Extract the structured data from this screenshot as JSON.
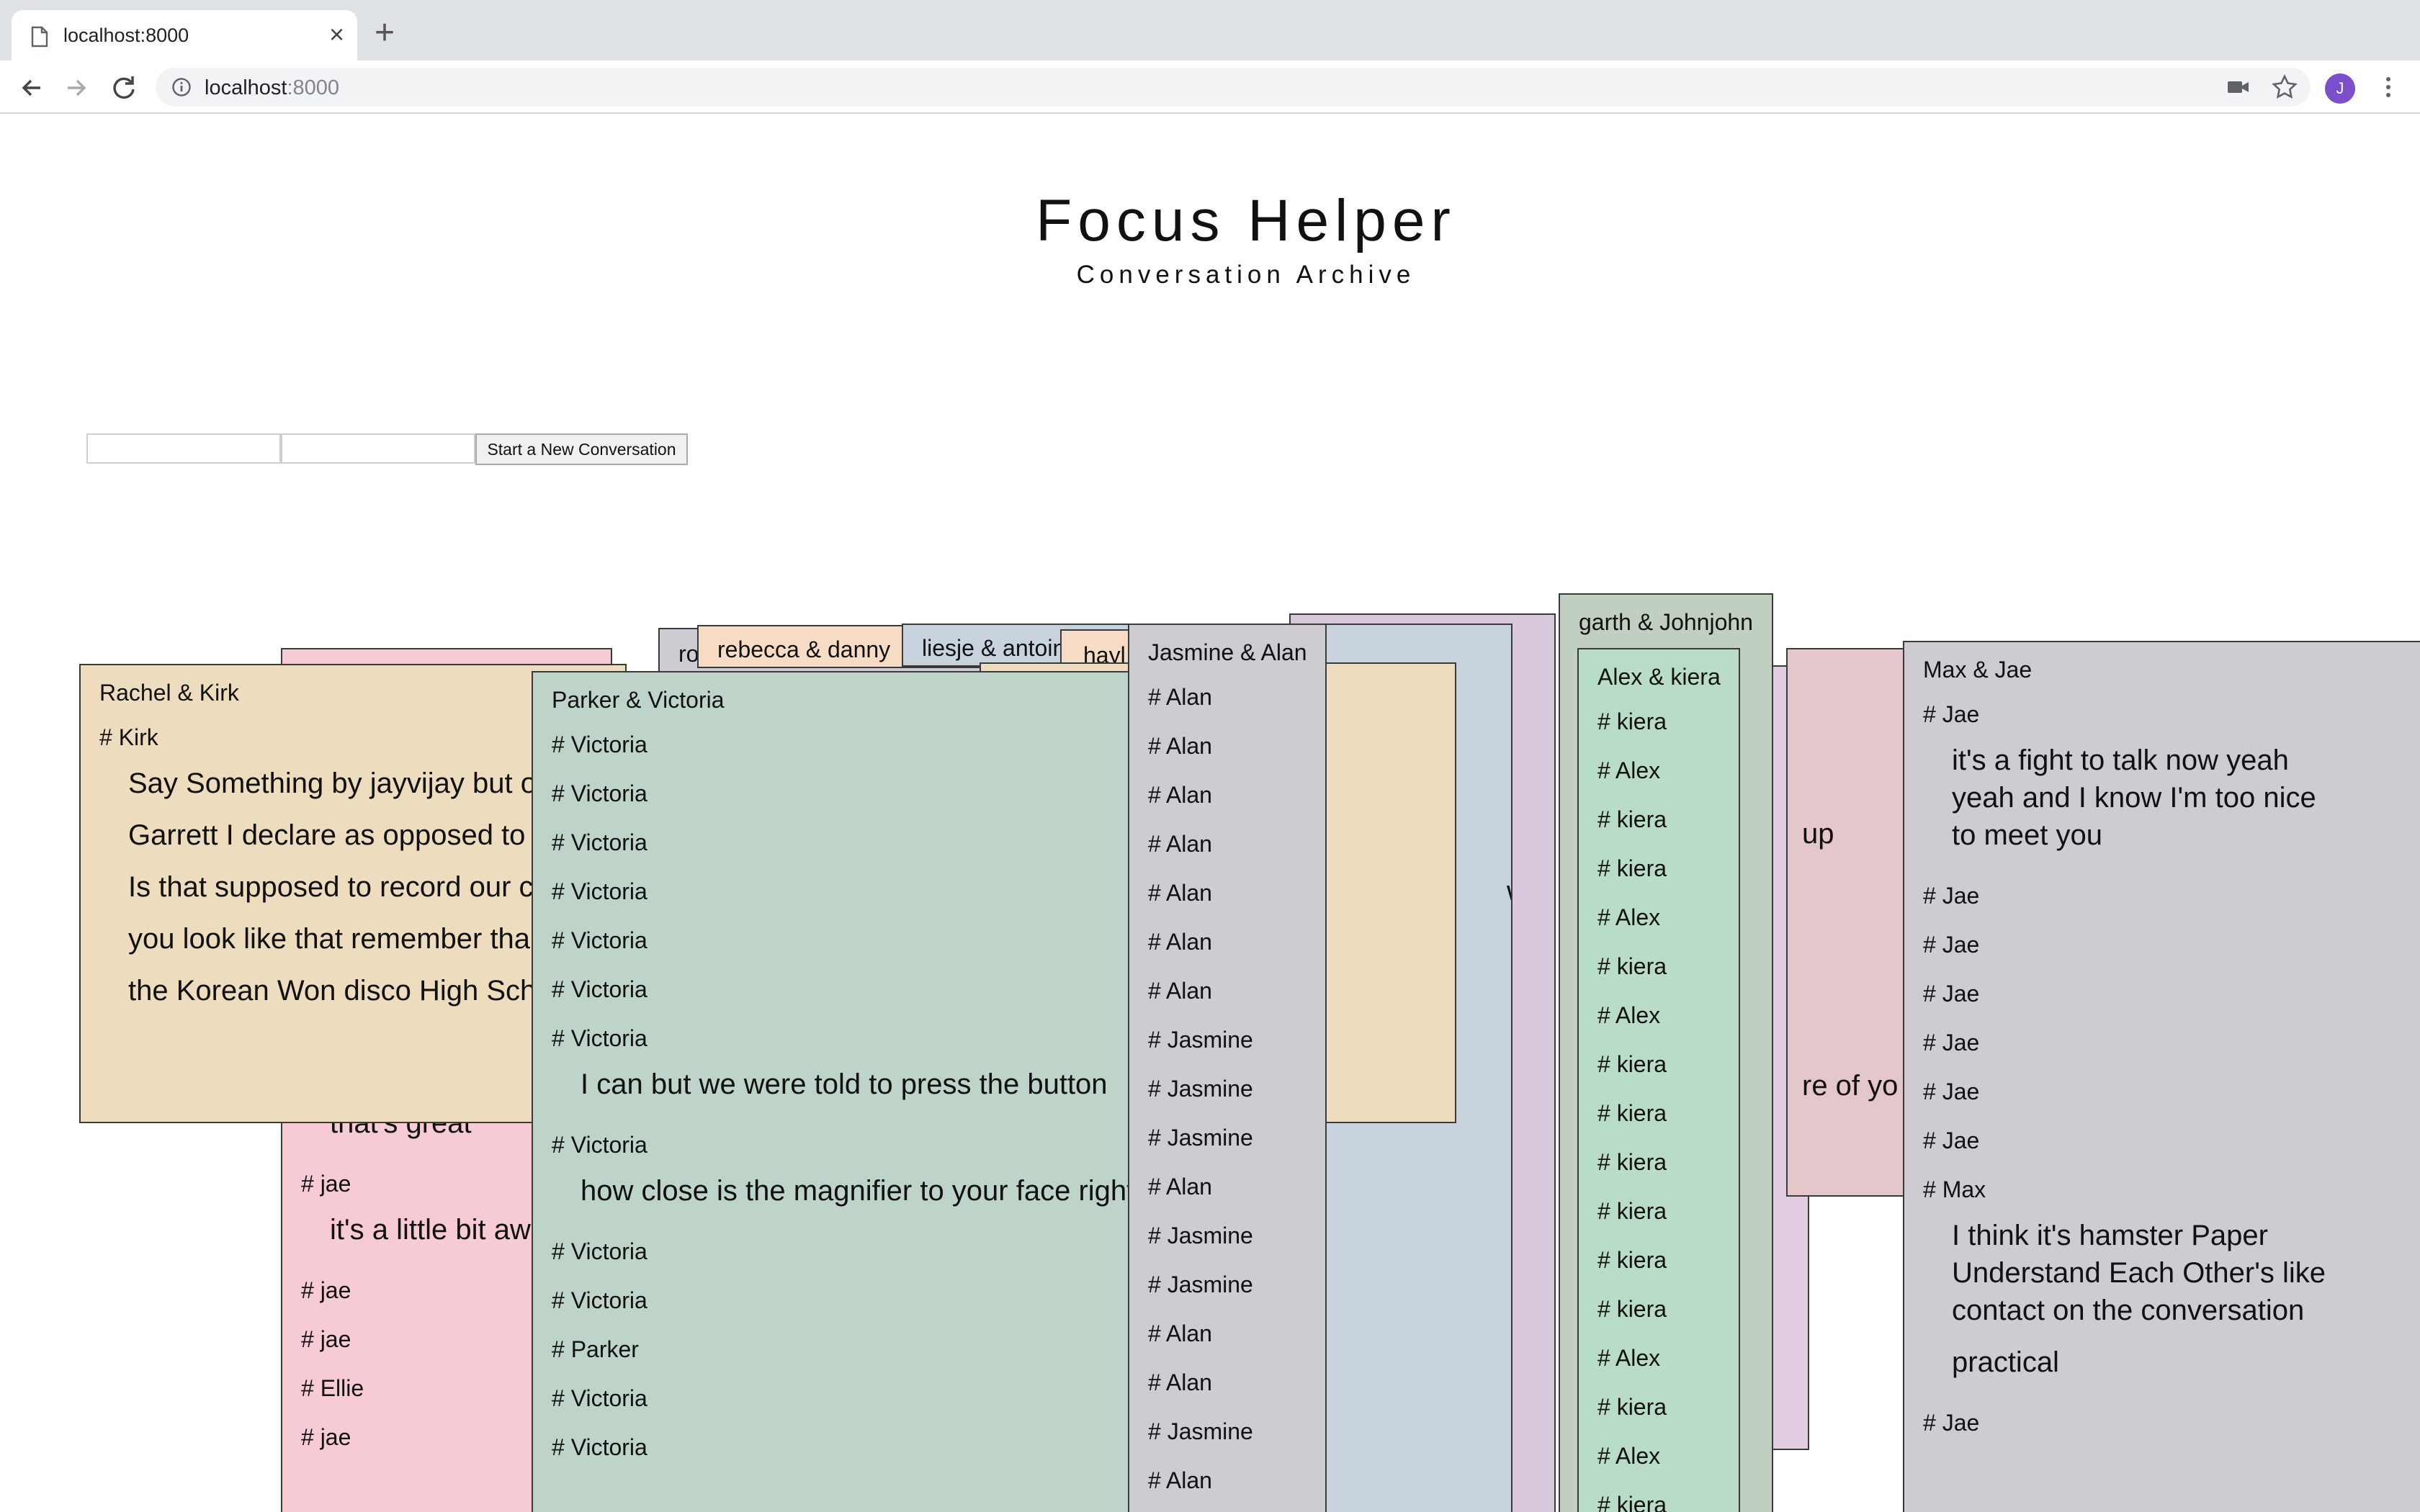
{
  "browser": {
    "tab_title": "localhost:8000",
    "url_host": "localhost",
    "url_port": ":8000",
    "profile_initial": "J"
  },
  "page": {
    "title": "Focus Helper",
    "subtitle": "Conversation Archive",
    "start_button": "Start a New Conversation",
    "input1_value": "",
    "input2_value": ""
  },
  "cards": {
    "c_back_gray": {
      "title": "ro"
    },
    "c_rebecca": {
      "title": "rebecca & danny"
    },
    "c_liesje": {
      "title": "liesje & antoine"
    },
    "c_hayl": {
      "title": "hayl"
    },
    "c_blue_frag": {
      "text": "we ta"
    },
    "c_purple_frags": {
      "a": "up",
      "b": "re of yo"
    },
    "c_pink": {
      "lines": [
        {
          "kind": "utter",
          "text": "that's great"
        },
        {
          "kind": "speaker",
          "text": "# jae"
        },
        {
          "kind": "utter",
          "text": "it's a little bit aw"
        },
        {
          "kind": "speaker",
          "text": "# jae"
        },
        {
          "kind": "speaker",
          "text": "# jae"
        },
        {
          "kind": "speaker",
          "text": "# Ellie"
        },
        {
          "kind": "speaker",
          "text": "# jae"
        }
      ]
    },
    "c_rachel": {
      "title": "Rachel & Kirk",
      "lines": [
        {
          "kind": "speaker",
          "text": "# Kirk"
        },
        {
          "kind": "utter",
          "text": "Say Something by jayvijay but o"
        },
        {
          "kind": "utter",
          "text": "Garrett I declare as opposed to"
        },
        {
          "kind": "utter",
          "text": "Is that supposed to record our c"
        },
        {
          "kind": "utter",
          "text": "you look like that remember tha"
        },
        {
          "kind": "utter",
          "text": "the Korean Won disco High Sch"
        }
      ]
    },
    "c_parker": {
      "title": "Parker & Victoria",
      "lines": [
        {
          "kind": "speaker",
          "text": "# Victoria"
        },
        {
          "kind": "speaker",
          "text": "# Victoria"
        },
        {
          "kind": "speaker",
          "text": "# Victoria"
        },
        {
          "kind": "speaker",
          "text": "# Victoria"
        },
        {
          "kind": "speaker",
          "text": "# Victoria"
        },
        {
          "kind": "speaker",
          "text": "# Victoria"
        },
        {
          "kind": "speaker",
          "text": "# Victoria"
        },
        {
          "kind": "utter",
          "text": "I can but we were told to press the button"
        },
        {
          "kind": "speaker",
          "text": "# Victoria"
        },
        {
          "kind": "utter",
          "text": "how close is the magnifier to your face right"
        },
        {
          "kind": "speaker",
          "text": "# Victoria"
        },
        {
          "kind": "speaker",
          "text": "# Victoria"
        },
        {
          "kind": "speaker",
          "text": "# Parker"
        },
        {
          "kind": "speaker",
          "text": "# Victoria"
        },
        {
          "kind": "speaker",
          "text": "# Victoria"
        }
      ]
    },
    "c_jasmine": {
      "title": "Jasmine & Alan",
      "lines": [
        {
          "kind": "speaker",
          "text": "# Alan"
        },
        {
          "kind": "speaker",
          "text": "# Alan"
        },
        {
          "kind": "speaker",
          "text": "# Alan"
        },
        {
          "kind": "speaker",
          "text": "# Alan"
        },
        {
          "kind": "speaker",
          "text": "# Alan"
        },
        {
          "kind": "speaker",
          "text": "# Alan"
        },
        {
          "kind": "speaker",
          "text": "# Alan"
        },
        {
          "kind": "speaker",
          "text": "# Jasmine"
        },
        {
          "kind": "speaker",
          "text": "# Jasmine"
        },
        {
          "kind": "speaker",
          "text": "# Jasmine"
        },
        {
          "kind": "speaker",
          "text": "# Alan"
        },
        {
          "kind": "speaker",
          "text": "# Jasmine"
        },
        {
          "kind": "speaker",
          "text": "# Jasmine"
        },
        {
          "kind": "speaker",
          "text": "# Alan"
        },
        {
          "kind": "speaker",
          "text": "# Alan"
        },
        {
          "kind": "speaker",
          "text": "# Jasmine"
        },
        {
          "kind": "speaker",
          "text": "# Alan"
        }
      ]
    },
    "c_garth": {
      "title": "garth & Johnjohn"
    },
    "c_alex": {
      "title": "Alex & kiera",
      "lines": [
        {
          "kind": "speaker",
          "text": "# kiera"
        },
        {
          "kind": "speaker",
          "text": "# Alex"
        },
        {
          "kind": "speaker",
          "text": "# kiera"
        },
        {
          "kind": "speaker",
          "text": "# kiera"
        },
        {
          "kind": "speaker",
          "text": "# Alex"
        },
        {
          "kind": "speaker",
          "text": "# kiera"
        },
        {
          "kind": "speaker",
          "text": "# Alex"
        },
        {
          "kind": "speaker",
          "text": "# kiera"
        },
        {
          "kind": "speaker",
          "text": "# kiera"
        },
        {
          "kind": "speaker",
          "text": "# kiera"
        },
        {
          "kind": "speaker",
          "text": "# kiera"
        },
        {
          "kind": "speaker",
          "text": "# kiera"
        },
        {
          "kind": "speaker",
          "text": "# kiera"
        },
        {
          "kind": "speaker",
          "text": "# Alex"
        },
        {
          "kind": "speaker",
          "text": "# kiera"
        },
        {
          "kind": "speaker",
          "text": "# Alex"
        },
        {
          "kind": "speaker",
          "text": "# kiera"
        }
      ]
    },
    "c_max": {
      "title": "Max & Jae",
      "lines": [
        {
          "kind": "speaker",
          "text": "# Jae"
        },
        {
          "kind": "utter",
          "text": "it's a fight to talk now yeah yeah and I know I'm too nice to meet you",
          "wrap": true
        },
        {
          "kind": "speaker",
          "text": "# Jae"
        },
        {
          "kind": "speaker",
          "text": "# Jae"
        },
        {
          "kind": "speaker",
          "text": "# Jae"
        },
        {
          "kind": "speaker",
          "text": "# Jae"
        },
        {
          "kind": "speaker",
          "text": "# Jae"
        },
        {
          "kind": "speaker",
          "text": "# Jae"
        },
        {
          "kind": "speaker",
          "text": "# Max"
        },
        {
          "kind": "utter",
          "text": "I think it's hamster Paper Understand Each Other's like contact on the conversation",
          "wrap": true
        },
        {
          "kind": "utter",
          "text": "practical"
        },
        {
          "kind": "speaker",
          "text": "# Jae"
        }
      ]
    }
  },
  "colors": {
    "tan": "#eddcbd",
    "pink": "#f6cbd3",
    "green": "#bfd4c8",
    "gray": "#cfcbd2",
    "blue": "#c8d3dd",
    "lavender": "#d7c8dc",
    "rose": "#e4c7cb",
    "mint": "#b9dcc7",
    "sage": "#c1cfc1",
    "peach": "#f6dcc4",
    "mauve": "#e2cde2"
  }
}
